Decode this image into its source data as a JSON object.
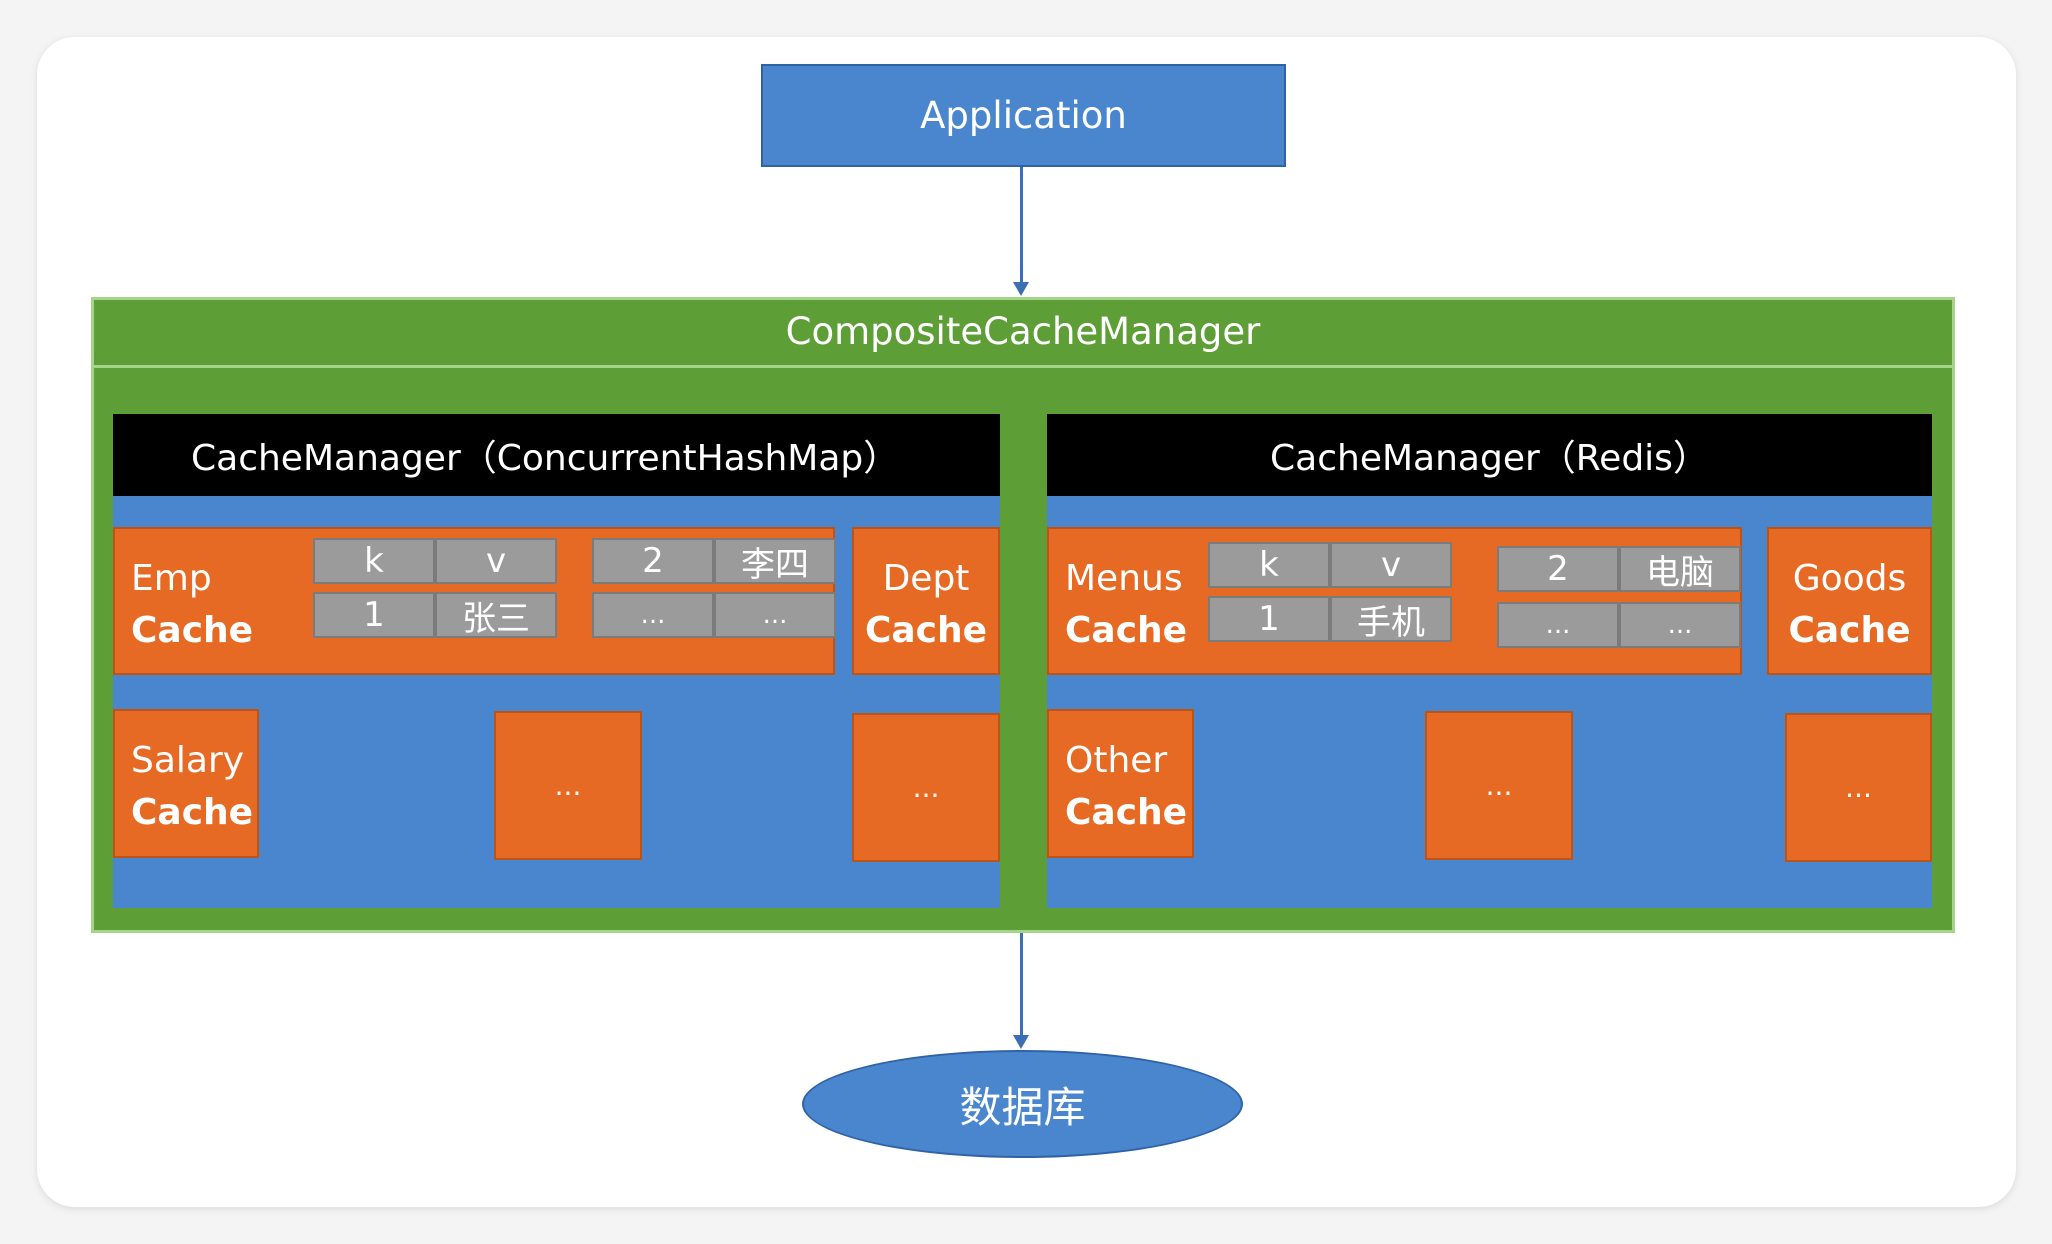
{
  "application": {
    "label": "Application"
  },
  "composite": {
    "title": "CompositeCacheManager"
  },
  "left_manager": {
    "title": "CacheManager（ConcurrentHashMap）",
    "emp": {
      "line1": "Emp",
      "line2": "Cache"
    },
    "kv_rows": [
      [
        "k",
        "v"
      ],
      [
        "1",
        "张三"
      ]
    ],
    "kv_rows2": [
      [
        "2",
        "李四"
      ],
      [
        "...",
        "..."
      ]
    ],
    "dept": {
      "line1": "Dept",
      "line2": "Cache"
    },
    "salary": {
      "line1": "Salary",
      "line2": "Cache"
    },
    "mid_dots": "...",
    "right_dots": "..."
  },
  "right_manager": {
    "title": "CacheManager（Redis）",
    "menus": {
      "line1": "Menus",
      "line2": "Cache"
    },
    "kv_rows": [
      [
        "k",
        "v"
      ],
      [
        "1",
        "手机"
      ]
    ],
    "kv_rows2": [
      [
        "2",
        "电脑"
      ],
      [
        "...",
        "..."
      ]
    ],
    "goods": {
      "line1": "Goods",
      "line2": "Cache"
    },
    "other": {
      "line1": "Other",
      "line2": "Cache"
    },
    "mid_dots": "...",
    "right_dots": "..."
  },
  "database": {
    "label": "数据库"
  },
  "colors": {
    "blue": "#4a86cd",
    "green": "#5e9e36",
    "orange": "#e76a24",
    "gray": "#9b9b9b",
    "black": "#000000"
  }
}
